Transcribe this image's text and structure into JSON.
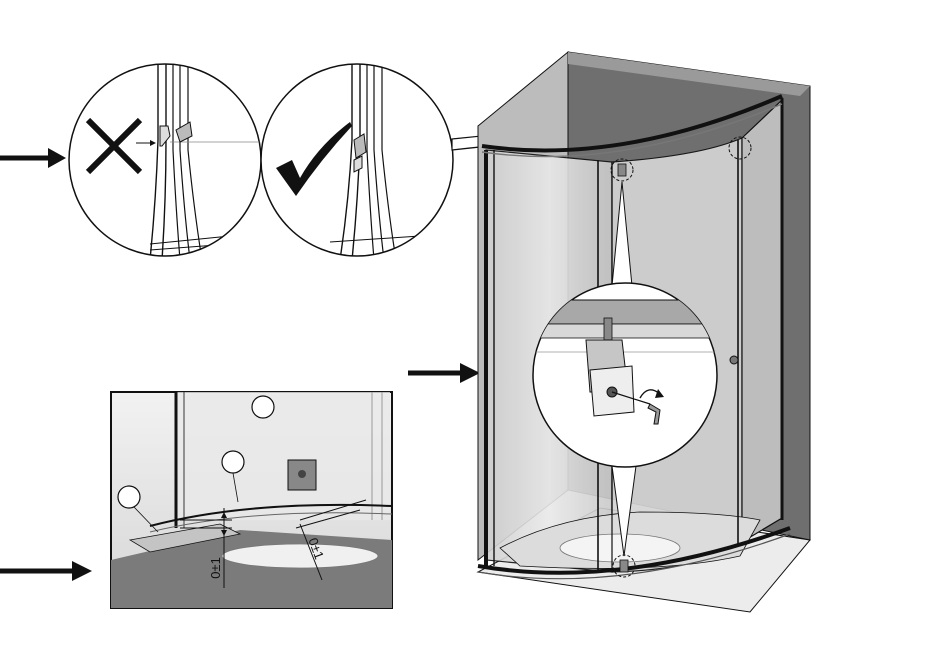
{
  "figure": {
    "panel_wrong_symbol": "wrong-cross",
    "panel_right_symbol": "correct-check",
    "tolerance_vertical": "0±1",
    "tolerance_diagonal": "0±1",
    "colors": {
      "line": "#111111",
      "wall_dark": "#6e6e6e",
      "wall_light": "#bdbdbd",
      "glass": "#d9d9d9",
      "tray": "#e2e2e2",
      "inset_floor": "#7a7a7a"
    },
    "icons": [
      "arrow-right-icon",
      "cross-icon",
      "check-icon",
      "rotate-arrow-icon",
      "hex-key-icon"
    ]
  }
}
